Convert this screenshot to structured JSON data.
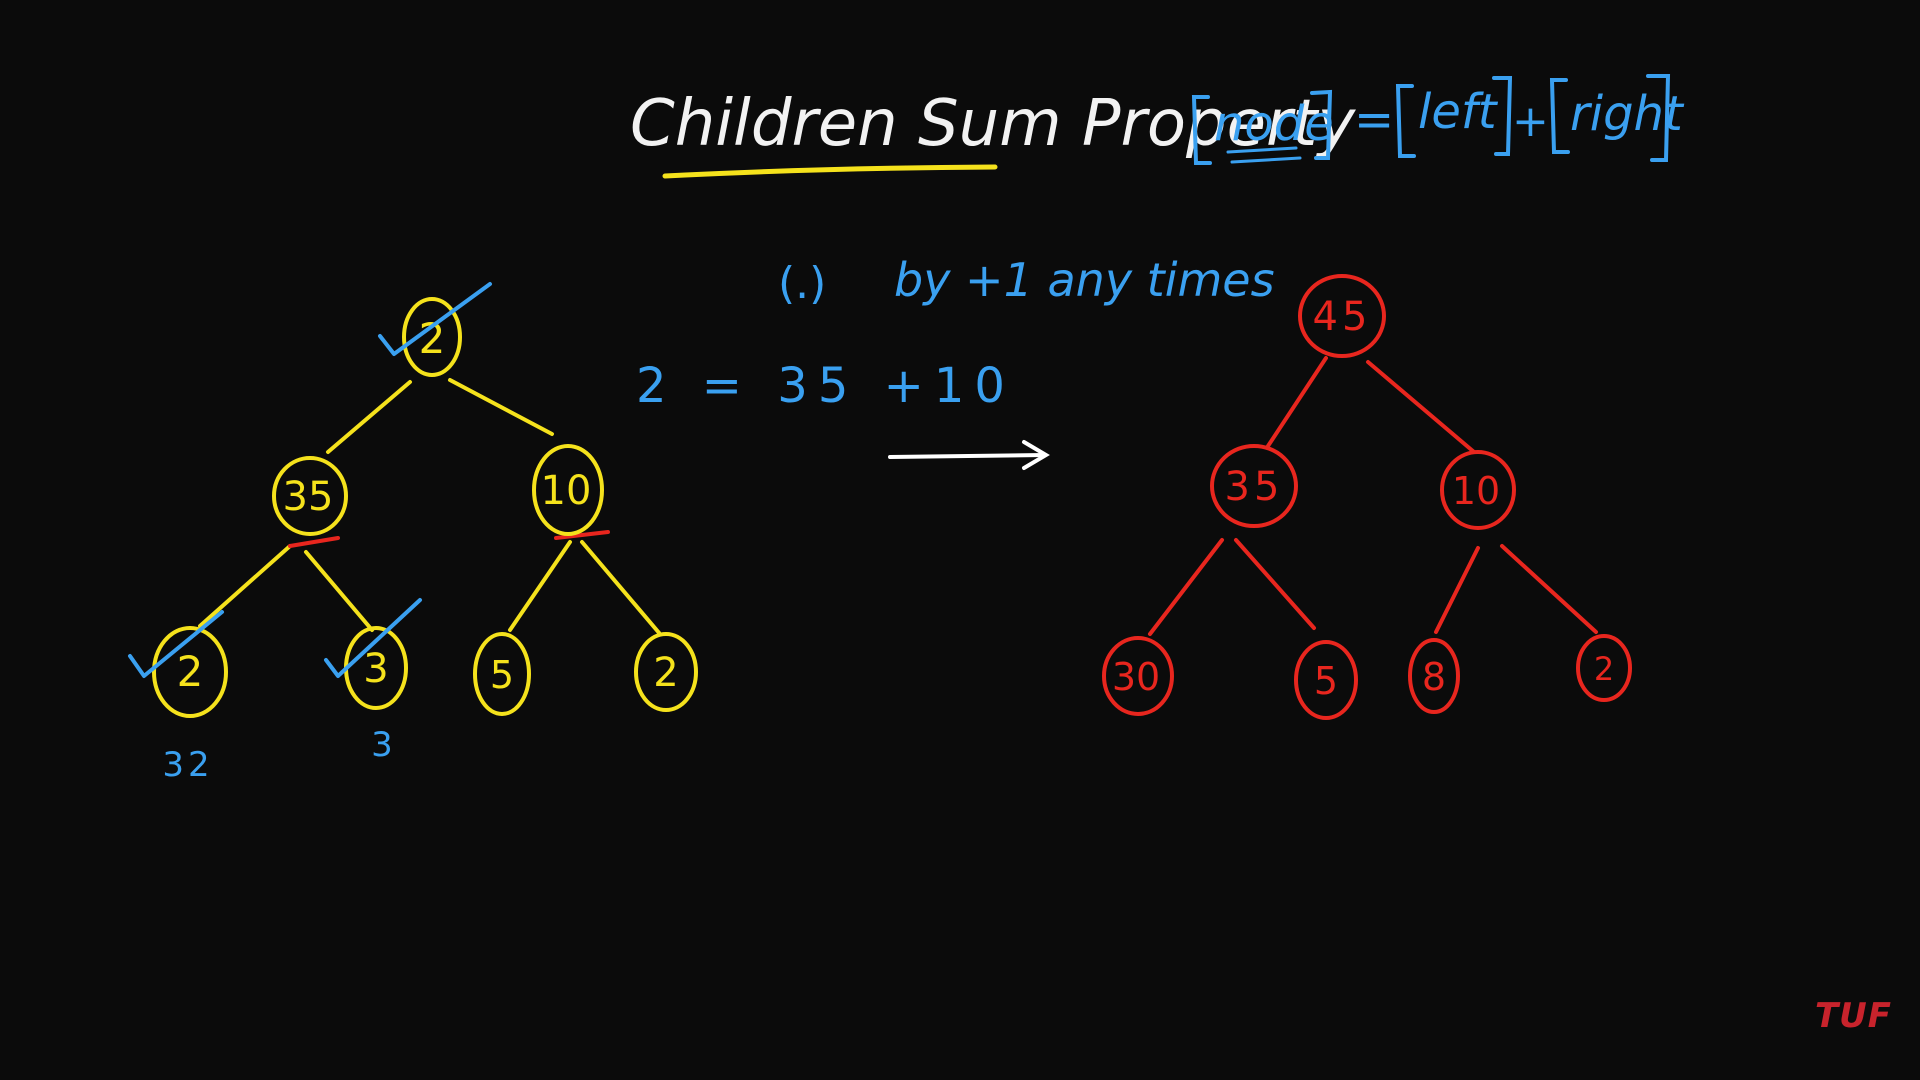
{
  "title": "Children Sum Property",
  "formula": {
    "node": "node",
    "eq": "=",
    "left": "left",
    "plus": "+",
    "right": "right"
  },
  "note": {
    "bullet": "(.)",
    "text": "by +1 any times"
  },
  "equation": "2 = 35 +10",
  "left_tree": {
    "nodes": [
      "2",
      "35",
      "10",
      "2",
      "3",
      "5",
      "2"
    ],
    "annotations": [
      "32",
      "3"
    ]
  },
  "right_tree": {
    "nodes": [
      "45",
      "35",
      "10",
      "30",
      "5",
      "8",
      "2"
    ]
  },
  "watermark": "TUF",
  "colors": {
    "background": "#0b0b0b",
    "title": "#f2f2f2",
    "blue": "#3aa0f0",
    "yellow": "#f5e21c",
    "red": "#e8261e",
    "white": "#ffffff"
  }
}
